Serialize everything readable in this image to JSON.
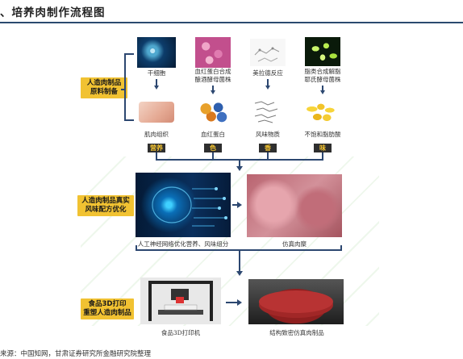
{
  "heading": "、培养肉制作流程图",
  "stage1": {
    "tag_line1": "人造肉制品",
    "tag_line2": "原料制备",
    "sources": [
      {
        "label": "干细胞"
      },
      {
        "label": "血红蛋白合成\n酿酒酵母菌株"
      },
      {
        "label": "美拉德反应"
      },
      {
        "label": "脂类合成解脂\n耶氏酵母菌株"
      }
    ],
    "products": [
      {
        "label": "肌肉组织",
        "badge": "营养"
      },
      {
        "label": "血红蛋白",
        "badge": "色"
      },
      {
        "label": "风味物质",
        "badge": "香"
      },
      {
        "label": "不饱和脂肪酸",
        "badge": "味"
      }
    ]
  },
  "stage2": {
    "tag_line1": "人造肉制品真实",
    "tag_line2": "风味配方优化",
    "left_caption": "人工神经网络优化营养、风味组分",
    "right_caption": "仿真肉糜"
  },
  "stage3": {
    "tag_line1": "食品3D打印",
    "tag_line2": "重塑人造肉制品",
    "left_caption": "食品3D打印机",
    "right_caption": "结构致密仿真肉制品"
  },
  "source_note": "来源：中国知网，甘肃证券研究所金融研究院整理"
}
